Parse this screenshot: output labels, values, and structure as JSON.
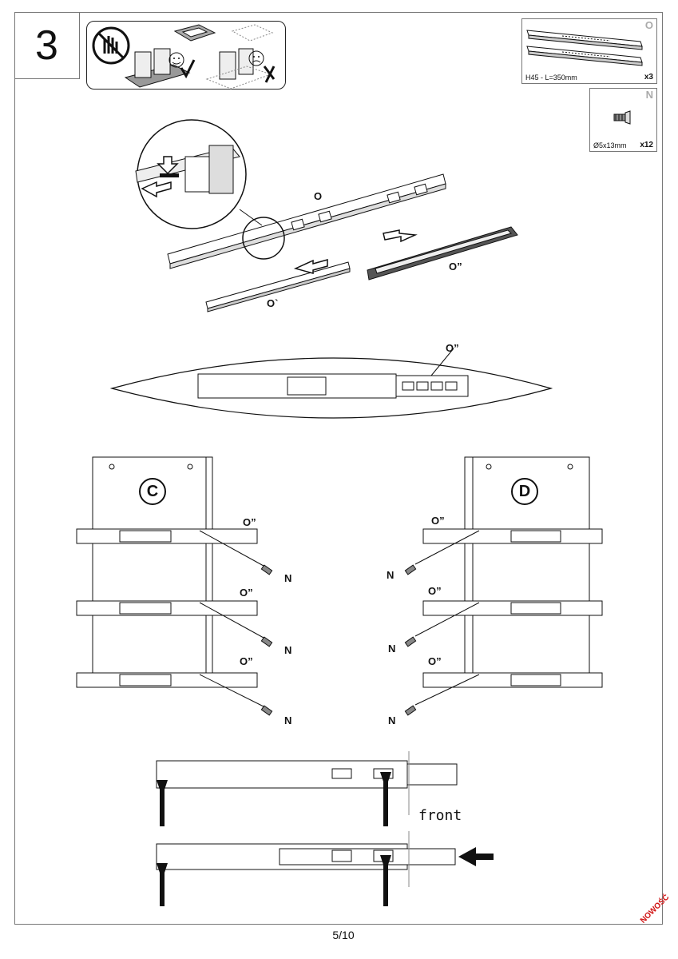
{
  "step": {
    "number": "3"
  },
  "parts": {
    "rail": {
      "letter": "O",
      "spec": "H45 - L=350mm",
      "quantity": "x3"
    },
    "screw": {
      "letter": "N",
      "spec": "Ø5x13mm",
      "quantity": "x12"
    }
  },
  "labels": {
    "rail_full": "O",
    "rail_inner": "O`",
    "rail_outer": "O”",
    "rail_outer_detail": "O”",
    "side_c": "C",
    "side_d": "D",
    "rail_mark": "O”",
    "screw_mark": "N",
    "front": "front"
  },
  "footer": {
    "page": "5/10",
    "brand": "NOWOŚĆ"
  },
  "icons": [
    "no-hand-icon",
    "happy-face-icon",
    "sad-face-icon",
    "check-mark-icon",
    "cross-mark-icon",
    "push-arrow-icon"
  ],
  "colors": {
    "brand": "#d01010",
    "line": "#111111",
    "frame": "#777777"
  }
}
